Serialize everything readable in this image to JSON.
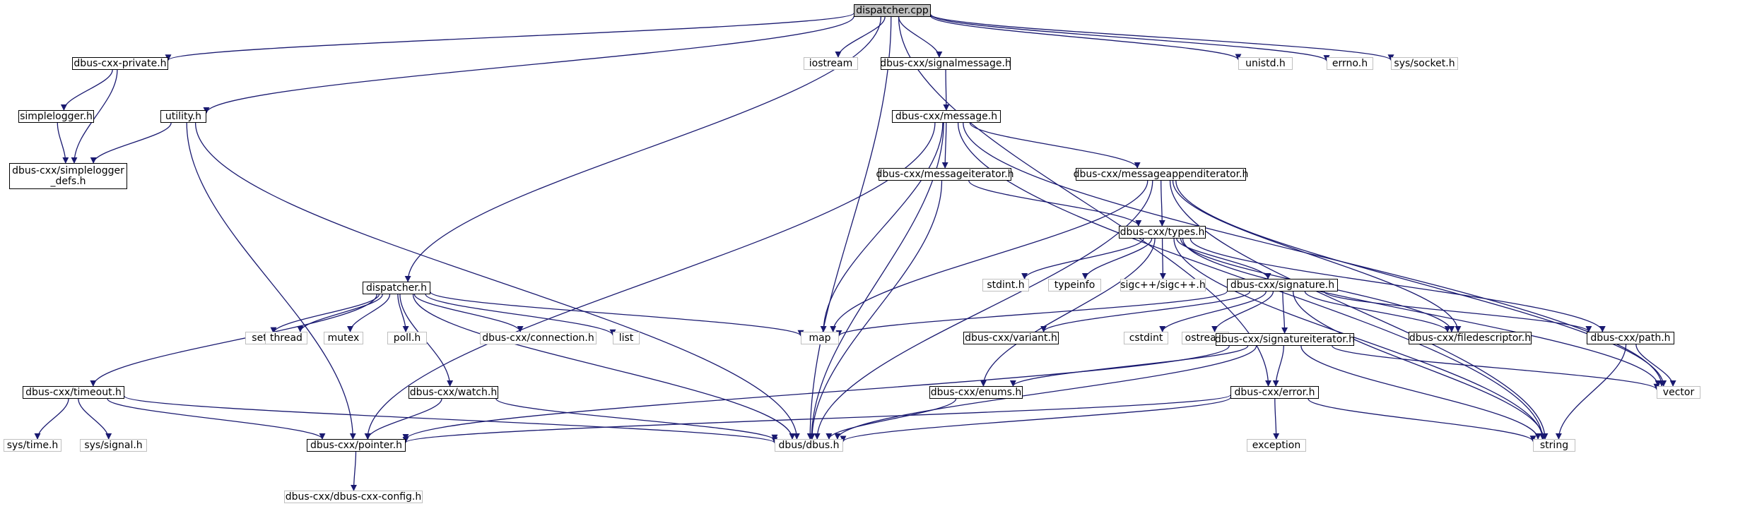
{
  "graph": {
    "edge_color": "#191970",
    "nodes": [
      {
        "id": "dispatcher_cpp",
        "label": "dispatcher.cpp",
        "kind": "root"
      },
      {
        "id": "dbus_cxx_private_h",
        "label": "dbus-cxx-private.h",
        "kind": "documented"
      },
      {
        "id": "simplelogger_h",
        "label": "simplelogger.h",
        "kind": "documented"
      },
      {
        "id": "simplelogger_defs_h",
        "label": "dbus-cxx/simplelogger\n_defs.h",
        "kind": "documented"
      },
      {
        "id": "utility_h",
        "label": "utility.h",
        "kind": "documented"
      },
      {
        "id": "iostream",
        "label": "iostream",
        "kind": "external"
      },
      {
        "id": "signalmessage_h",
        "label": "dbus-cxx/signalmessage.h",
        "kind": "documented"
      },
      {
        "id": "message_h",
        "label": "dbus-cxx/message.h",
        "kind": "documented"
      },
      {
        "id": "unistd_h",
        "label": "unistd.h",
        "kind": "external"
      },
      {
        "id": "errno_h",
        "label": "errno.h",
        "kind": "external"
      },
      {
        "id": "sys_socket_h",
        "label": "sys/socket.h",
        "kind": "external"
      },
      {
        "id": "messageiterator_h",
        "label": "dbus-cxx/messageiterator.h",
        "kind": "documented"
      },
      {
        "id": "messageappenditerator_h",
        "label": "dbus-cxx/messageappenditerator.h",
        "kind": "documented"
      },
      {
        "id": "types_h",
        "label": "dbus-cxx/types.h",
        "kind": "documented"
      },
      {
        "id": "dispatcher_h",
        "label": "dispatcher.h",
        "kind": "documented"
      },
      {
        "id": "stdint_h",
        "label": "stdint.h",
        "kind": "external"
      },
      {
        "id": "typeinfo",
        "label": "typeinfo",
        "kind": "external"
      },
      {
        "id": "sigcpp_h",
        "label": "sigc++/sigc++.h",
        "kind": "external"
      },
      {
        "id": "signature_h",
        "label": "dbus-cxx/signature.h",
        "kind": "documented"
      },
      {
        "id": "set",
        "label": "set",
        "kind": "external"
      },
      {
        "id": "thread",
        "label": "thread",
        "kind": "external"
      },
      {
        "id": "mutex",
        "label": "mutex",
        "kind": "external"
      },
      {
        "id": "poll_h",
        "label": "poll.h",
        "kind": "external"
      },
      {
        "id": "connection_h",
        "label": "dbus-cxx/connection.h",
        "kind": "external"
      },
      {
        "id": "list",
        "label": "list",
        "kind": "external"
      },
      {
        "id": "map",
        "label": "map",
        "kind": "external"
      },
      {
        "id": "variant_h",
        "label": "dbus-cxx/variant.h",
        "kind": "documented"
      },
      {
        "id": "cstdint",
        "label": "cstdint",
        "kind": "external"
      },
      {
        "id": "ostream",
        "label": "ostream",
        "kind": "external"
      },
      {
        "id": "filedescriptor_h",
        "label": "dbus-cxx/filedescriptor.h",
        "kind": "documented"
      },
      {
        "id": "path_h",
        "label": "dbus-cxx/path.h",
        "kind": "documented"
      },
      {
        "id": "timeout_h",
        "label": "dbus-cxx/timeout.h",
        "kind": "documented"
      },
      {
        "id": "watch_h",
        "label": "dbus-cxx/watch.h",
        "kind": "documented"
      },
      {
        "id": "signatureiterator_h",
        "label": "dbus-cxx/signatureiterator.h",
        "kind": "documented"
      },
      {
        "id": "enums_h",
        "label": "dbus-cxx/enums.h",
        "kind": "documented"
      },
      {
        "id": "error_h",
        "label": "dbus-cxx/error.h",
        "kind": "documented"
      },
      {
        "id": "vector",
        "label": "vector",
        "kind": "external"
      },
      {
        "id": "sys_time_h",
        "label": "sys/time.h",
        "kind": "external"
      },
      {
        "id": "sys_signal_h",
        "label": "sys/signal.h",
        "kind": "external"
      },
      {
        "id": "pointer_h",
        "label": "dbus-cxx/pointer.h",
        "kind": "documented"
      },
      {
        "id": "dbus_h",
        "label": "dbus/dbus.h",
        "kind": "external"
      },
      {
        "id": "exception",
        "label": "exception",
        "kind": "external"
      },
      {
        "id": "string",
        "label": "string",
        "kind": "external"
      },
      {
        "id": "dbus_cxx_config_h",
        "label": "dbus-cxx/dbus-cxx-config.h",
        "kind": "external"
      }
    ],
    "edges": [
      [
        "dispatcher_cpp",
        "dbus_cxx_private_h"
      ],
      [
        "dispatcher_cpp",
        "utility_h"
      ],
      [
        "dispatcher_cpp",
        "iostream"
      ],
      [
        "dispatcher_cpp",
        "signalmessage_h"
      ],
      [
        "dispatcher_cpp",
        "dispatcher_h"
      ],
      [
        "dispatcher_cpp",
        "dbus_h"
      ],
      [
        "dispatcher_cpp",
        "unistd_h"
      ],
      [
        "dispatcher_cpp",
        "errno_h"
      ],
      [
        "dispatcher_cpp",
        "sys_socket_h"
      ],
      [
        "dispatcher_cpp",
        "error_h"
      ],
      [
        "dbus_cxx_private_h",
        "simplelogger_h"
      ],
      [
        "dbus_cxx_private_h",
        "simplelogger_defs_h"
      ],
      [
        "simplelogger_h",
        "simplelogger_defs_h"
      ],
      [
        "utility_h",
        "simplelogger_defs_h"
      ],
      [
        "utility_h",
        "pointer_h"
      ],
      [
        "utility_h",
        "dbus_h"
      ],
      [
        "signalmessage_h",
        "message_h"
      ],
      [
        "message_h",
        "messageiterator_h"
      ],
      [
        "message_h",
        "messageappenditerator_h"
      ],
      [
        "message_h",
        "map"
      ],
      [
        "message_h",
        "pointer_h"
      ],
      [
        "message_h",
        "dbus_h"
      ],
      [
        "message_h",
        "vector"
      ],
      [
        "message_h",
        "string"
      ],
      [
        "messageiterator_h",
        "types_h"
      ],
      [
        "messageiterator_h",
        "dbus_h"
      ],
      [
        "messageappenditerator_h",
        "types_h"
      ],
      [
        "messageappenditerator_h",
        "map"
      ],
      [
        "messageappenditerator_h",
        "dbus_h"
      ],
      [
        "messageappenditerator_h",
        "filedescriptor_h"
      ],
      [
        "messageappenditerator_h",
        "vector"
      ],
      [
        "messageappenditerator_h",
        "string"
      ],
      [
        "types_h",
        "stdint_h"
      ],
      [
        "types_h",
        "typeinfo"
      ],
      [
        "types_h",
        "sigcpp_h"
      ],
      [
        "types_h",
        "signature_h"
      ],
      [
        "types_h",
        "enums_h"
      ],
      [
        "types_h",
        "filedescriptor_h"
      ],
      [
        "types_h",
        "path_h"
      ],
      [
        "types_h",
        "string"
      ],
      [
        "types_h",
        "vector"
      ],
      [
        "dispatcher_h",
        "set"
      ],
      [
        "dispatcher_h",
        "thread"
      ],
      [
        "dispatcher_h",
        "mutex"
      ],
      [
        "dispatcher_h",
        "poll_h"
      ],
      [
        "dispatcher_h",
        "connection_h"
      ],
      [
        "dispatcher_h",
        "list"
      ],
      [
        "dispatcher_h",
        "map"
      ],
      [
        "dispatcher_h",
        "timeout_h"
      ],
      [
        "dispatcher_h",
        "watch_h"
      ],
      [
        "dispatcher_h",
        "dbus_h"
      ],
      [
        "signature_h",
        "map"
      ],
      [
        "signature_h",
        "variant_h"
      ],
      [
        "signature_h",
        "cstdint"
      ],
      [
        "signature_h",
        "ostream"
      ],
      [
        "signature_h",
        "signatureiterator_h"
      ],
      [
        "signature_h",
        "filedescriptor_h"
      ],
      [
        "signature_h",
        "path_h"
      ],
      [
        "signature_h",
        "string"
      ],
      [
        "path_h",
        "vector"
      ],
      [
        "path_h",
        "string"
      ],
      [
        "timeout_h",
        "sys_time_h"
      ],
      [
        "timeout_h",
        "sys_signal_h"
      ],
      [
        "timeout_h",
        "pointer_h"
      ],
      [
        "timeout_h",
        "dbus_h"
      ],
      [
        "watch_h",
        "pointer_h"
      ],
      [
        "watch_h",
        "dbus_h"
      ],
      [
        "signatureiterator_h",
        "enums_h"
      ],
      [
        "signatureiterator_h",
        "error_h"
      ],
      [
        "signatureiterator_h",
        "pointer_h"
      ],
      [
        "signatureiterator_h",
        "dbus_h"
      ],
      [
        "signatureiterator_h",
        "vector"
      ],
      [
        "signatureiterator_h",
        "string"
      ],
      [
        "enums_h",
        "dbus_h"
      ],
      [
        "error_h",
        "pointer_h"
      ],
      [
        "error_h",
        "dbus_h"
      ],
      [
        "error_h",
        "exception"
      ],
      [
        "error_h",
        "string"
      ],
      [
        "pointer_h",
        "dbus_cxx_config_h"
      ]
    ]
  }
}
